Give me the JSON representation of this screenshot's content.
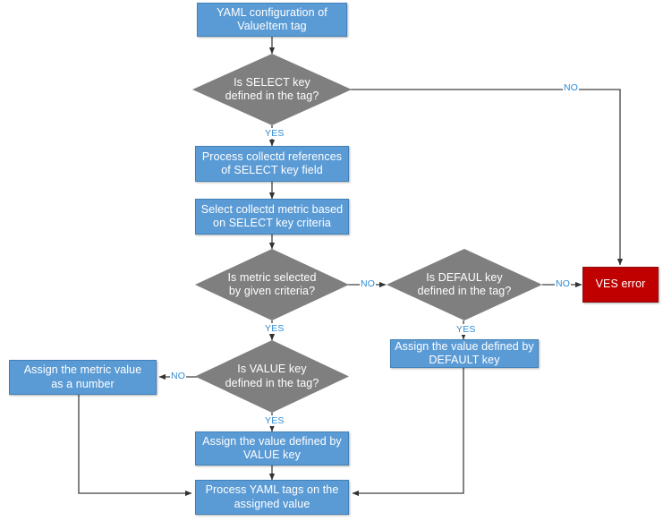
{
  "diagram": {
    "title": "YAML ValueItem tag processing flowchart",
    "colors": {
      "process_fill": "#5B9BD5",
      "decision_fill": "#7F7F7F",
      "error_fill": "#C00000",
      "edge_label": "#2E8BD5",
      "edge_line": "#404040",
      "background": "#FFFFFF",
      "node_text": "#FFFFFF"
    },
    "nodes": {
      "start": "YAML configuration of\nValueItem tag",
      "select_decision": "Is SELECT key\ndefined in the tag?",
      "process_refs": "Process collectd references\nof SELECT key field",
      "select_metric": "Select collectd metric based\non SELECT key criteria",
      "metric_decision": "Is metric selected\nby given criteria?",
      "default_decision": "Is DEFAUL key\ndefined in the tag?",
      "ves_error": "VES error",
      "assign_default": "Assign the value defined by\nDEFAULT key",
      "value_decision": "Is VALUE key\ndefined in the tag?",
      "assign_number": "Assign the metric value\nas a number",
      "assign_value": "Assign the value defined by\nVALUE key",
      "process_yaml": "Process YAML tags on the\nassigned value"
    },
    "edge_labels": {
      "select_no": "NO",
      "select_yes": "YES",
      "metric_no": "NO",
      "metric_yes": "YES",
      "default_no": "NO",
      "default_yes": "YES",
      "value_no": "NO",
      "value_yes": "YES"
    }
  }
}
